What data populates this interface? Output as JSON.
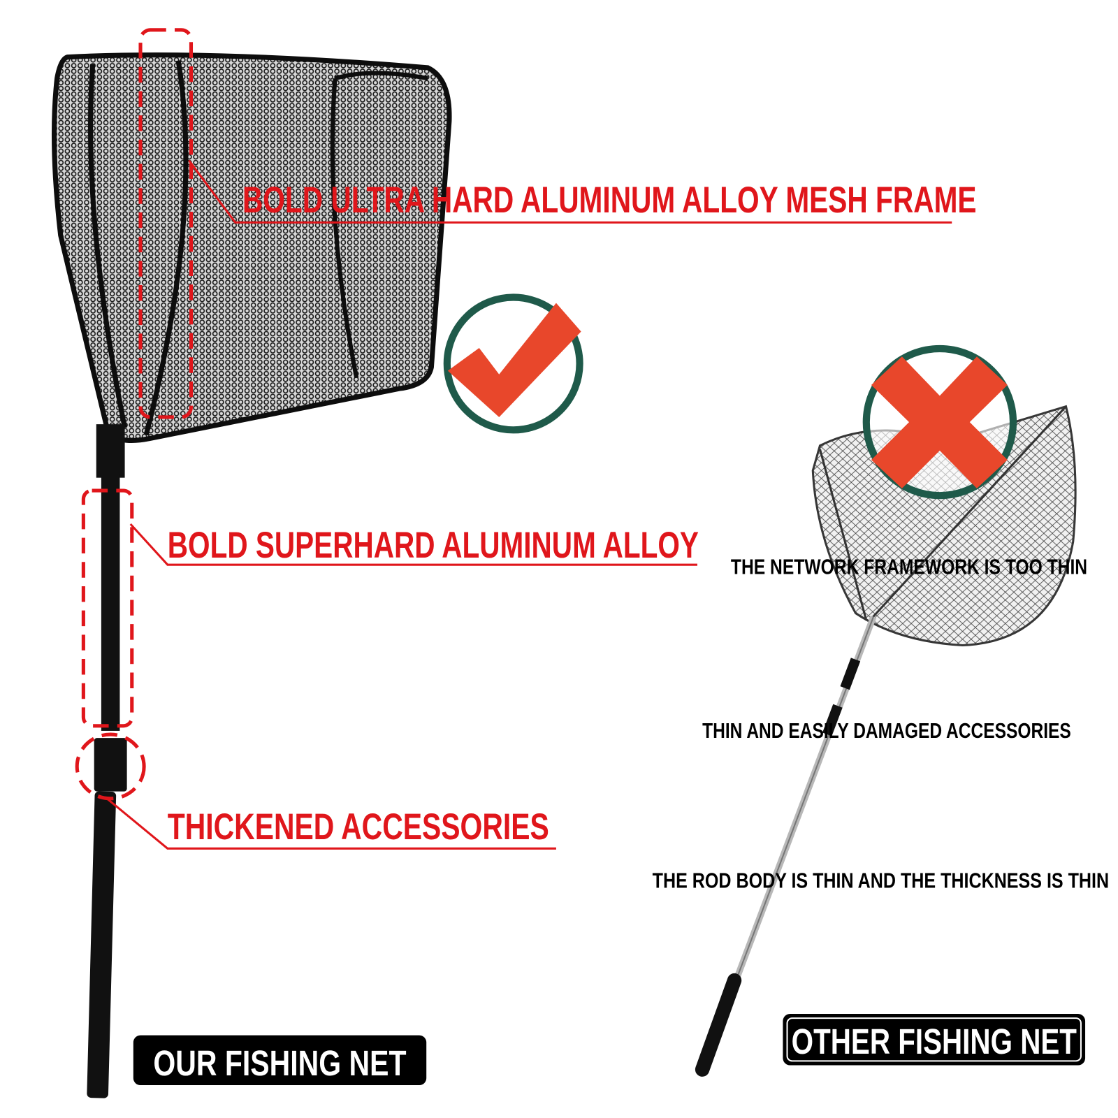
{
  "our_net": {
    "badge": "OUR FISHING NET",
    "features": [
      "BOLD ULTRA HARD ALUMINUM ALLOY MESH FRAME",
      "BOLD SUPERHARD ALUMINUM ALLOY",
      "THICKENED ACCESSORIES"
    ],
    "verdict_icon": "check-icon"
  },
  "other_net": {
    "badge": "OTHER FISHING NET",
    "drawbacks": [
      "THE NETWORK FRAMEWORK IS TOO THIN",
      "THIN AND EASILY DAMAGED ACCESSORIES",
      "THE ROD BODY IS THIN AND THE THICKNESS IS THIN"
    ],
    "verdict_icon": "cross-icon"
  },
  "colors": {
    "highlight_red": "#e0161b",
    "icon_red": "#e8472b",
    "icon_ring": "#1f5a4a"
  }
}
